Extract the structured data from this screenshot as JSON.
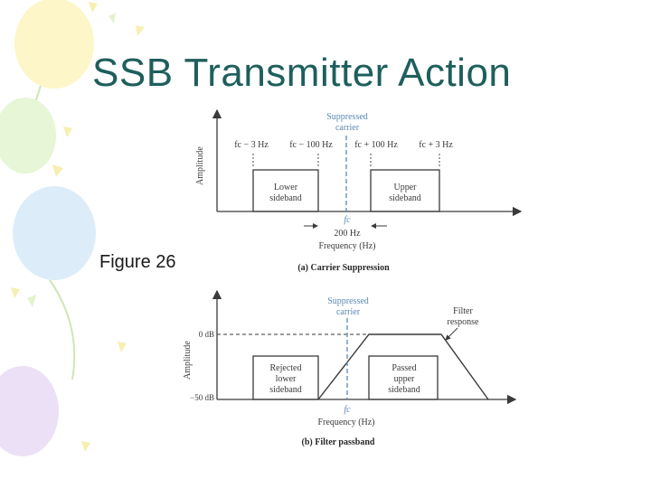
{
  "slide": {
    "title": "SSB Transmitter Action",
    "figure_label": "Figure 26"
  },
  "diagram_a": {
    "ylabel": "Amplitude",
    "carrier_label_1": "Suppressed",
    "carrier_label_2": "carrier",
    "f1": "fc − 3 Hz",
    "f2": "fc − 100 Hz",
    "f3": "fc + 100 Hz",
    "f4": "fc + 3 Hz",
    "lower_1": "Lower",
    "lower_2": "sideband",
    "upper_1": "Upper",
    "upper_2": "sideband",
    "fc": "fc",
    "gap": "200 Hz",
    "xlabel": "Frequency (Hz)",
    "caption": "(a) Carrier Suppression"
  },
  "diagram_b": {
    "ylabel": "Amplitude",
    "carrier_label_1": "Suppressed",
    "carrier_label_2": "carrier",
    "filter_1": "Filter",
    "filter_2": "response",
    "level_top": "0 dB",
    "level_bottom": "−50 dB",
    "rejected_1": "Rejected",
    "rejected_2": "lower",
    "rejected_3": "sideband",
    "passed_1": "Passed",
    "passed_2": "upper",
    "passed_3": "sideband",
    "fc": "fc",
    "xlabel": "Frequency (Hz)",
    "caption": "(b) Filter passband"
  },
  "colors": {
    "title": "#1e5f5c",
    "diagram_ink": "#3a3a3a",
    "carrier_blue": "#5b87b4",
    "balloon_yellow": "#fdf6c8",
    "balloon_green": "#e6f6d6",
    "balloon_blue": "#dcedf9",
    "balloon_purple": "#ece0f6"
  }
}
